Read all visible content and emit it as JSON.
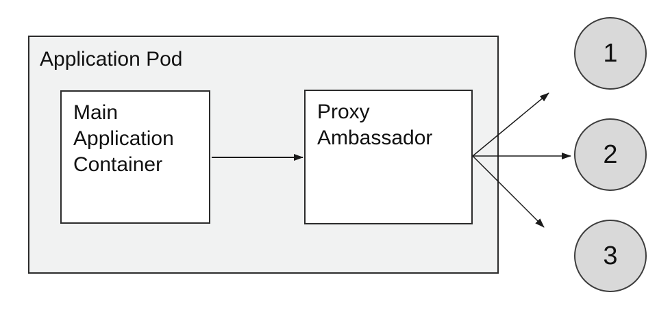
{
  "diagram": {
    "pod_label": "Application Pod",
    "containers": [
      {
        "id": "main",
        "label": "Main Application Container"
      },
      {
        "id": "proxy",
        "label": "Proxy Ambassador"
      }
    ],
    "nodes": [
      {
        "label": "1"
      },
      {
        "label": "2"
      },
      {
        "label": "3"
      }
    ],
    "arrows": [
      {
        "from": "main-application-container",
        "to": "proxy-ambassador"
      },
      {
        "from": "proxy-ambassador",
        "to": "node-1"
      },
      {
        "from": "proxy-ambassador",
        "to": "node-2"
      },
      {
        "from": "proxy-ambassador",
        "to": "node-3"
      }
    ]
  },
  "theme": {
    "pod_fill": "#f1f2f2",
    "box_fill": "#ffffff",
    "node_fill": "#d9d9d9",
    "border_color": "#2b2b2b",
    "node_border_color": "#3d3d3d",
    "arrow_color": "#1a1a1a",
    "text_color": "#111111",
    "canvas_bg": "#ffffff"
  }
}
